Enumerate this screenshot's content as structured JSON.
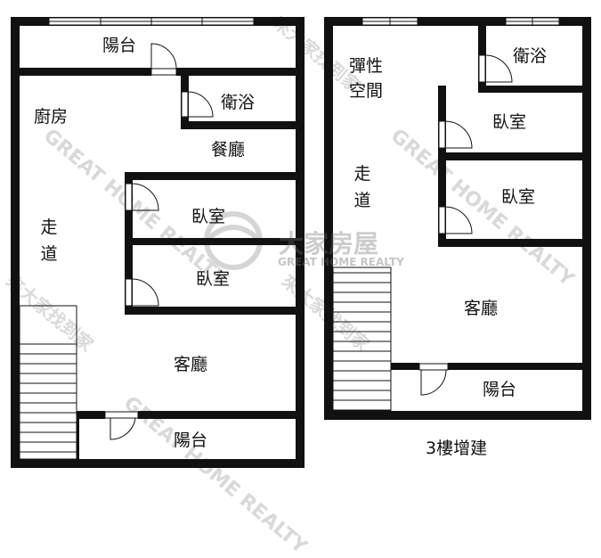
{
  "plans": {
    "left": {
      "rooms": {
        "balcony_top": "陽台",
        "bath": "衛浴",
        "kitchen": "廚房",
        "dining": "餐廳",
        "corridor": "走道",
        "bedroom_1": "臥室",
        "bedroom_2": "臥室",
        "living": "客廳",
        "balcony_bottom": "陽台"
      }
    },
    "right": {
      "rooms": {
        "flex_space": "彈性空間",
        "bath": "衛浴",
        "corridor": "走道",
        "bedroom_1": "臥室",
        "bedroom_2": "臥室",
        "living": "客廳",
        "balcony": "陽台"
      },
      "caption": "3樓增建"
    }
  },
  "watermark": {
    "logo_text": "大家房屋",
    "logo_sub": "GREAT HOME REALTY",
    "diagonal_text": "GREAT HOME REALTY",
    "chinese_text": "來大家找到家"
  },
  "colors": {
    "wall": "#111111",
    "background": "#ffffff",
    "watermark": "#9a9a9a"
  }
}
